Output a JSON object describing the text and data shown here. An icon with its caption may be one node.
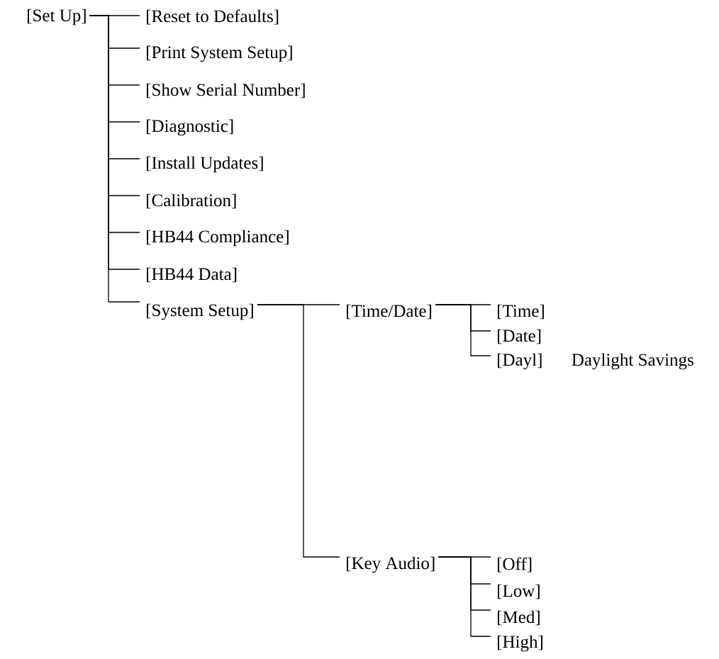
{
  "diagram": {
    "nodes": [
      {
        "text": [
          "[Set Up]"
        ]
      },
      {
        "text": [
          "[Reset to Defaults]"
        ]
      },
      {
        "text": [
          "[Print System Setup]"
        ]
      },
      {
        "text": [
          "[Show Serial Number]"
        ]
      },
      {
        "text": [
          "[Diagnostic]"
        ]
      },
      {
        "text": [
          "[Install Updates]"
        ]
      },
      {
        "text": [
          "[Calibration]"
        ]
      },
      {
        "text": [
          "[HB44 Compliance]"
        ]
      },
      {
        "text": [
          "[HB44 Data]"
        ]
      },
      {
        "text": [
          "[System Setup]"
        ]
      },
      {
        "text": [
          "[Time/Date]"
        ]
      },
      {
        "text": [
          "[Time]"
        ]
      },
      {
        "text": [
          "[Date]"
        ]
      },
      {
        "text": [
          "[Dayl]"
        ],
        "beside": [
          "Daylight Savings"
        ]
      },
      {
        "text": [
          "[Key Audio]"
        ]
      },
      {
        "text": [
          "[Off]"
        ]
      },
      {
        "text": [
          "[Low]"
        ]
      },
      {
        "text": [
          "[Med]"
        ]
      },
      {
        "text": [
          "[High]"
        ]
      }
    ],
    "edges": [
      {
        "from": 0,
        "to": 1,
        "arrow": "none"
      },
      {
        "from": 0,
        "to": 2,
        "arrow": "none"
      },
      {
        "from": 0,
        "to": 3,
        "arrow": "none"
      },
      {
        "from": 0,
        "to": 4,
        "arrow": "none"
      },
      {
        "from": 0,
        "to": 5,
        "arrow": "none"
      },
      {
        "from": 0,
        "to": 6,
        "arrow": "none"
      },
      {
        "from": 0,
        "to": 7,
        "arrow": "none"
      },
      {
        "from": 0,
        "to": 8,
        "arrow": "none"
      },
      {
        "from": 0,
        "to": 9,
        "arrow": "none"
      },
      {
        "from": 9,
        "to": 10,
        "arrow": "none"
      },
      {
        "from": 9,
        "to": 14,
        "arrow": "none"
      },
      {
        "from": 10,
        "to": 11,
        "arrow": "none"
      },
      {
        "from": 10,
        "to": 12,
        "arrow": "none"
      },
      {
        "from": 10,
        "to": 13,
        "arrow": "none"
      },
      {
        "from": 14,
        "to": 15,
        "arrow": "none"
      },
      {
        "from": 14,
        "to": 16,
        "arrow": "none"
      },
      {
        "from": 14,
        "to": 17,
        "arrow": "none"
      },
      {
        "from": 14,
        "to": 18,
        "arrow": "none"
      }
    ]
  }
}
